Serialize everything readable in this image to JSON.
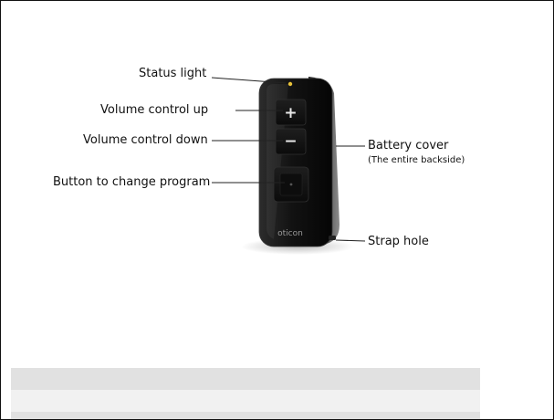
{
  "labels": {
    "status_light": "Status light",
    "volume_up": "Volume control up",
    "volume_down": "Volume control down",
    "change_program": "Button to change program",
    "battery_cover": "Battery cover",
    "battery_note": "(The entire backside)",
    "strap_hole": "Strap hole"
  },
  "device": {
    "brand": "oticon",
    "plus_symbol": "+",
    "minus_symbol": "−"
  },
  "colors": {
    "body": "#141414",
    "edge": "#6d6d6d",
    "status_light": "#e8c23a"
  }
}
